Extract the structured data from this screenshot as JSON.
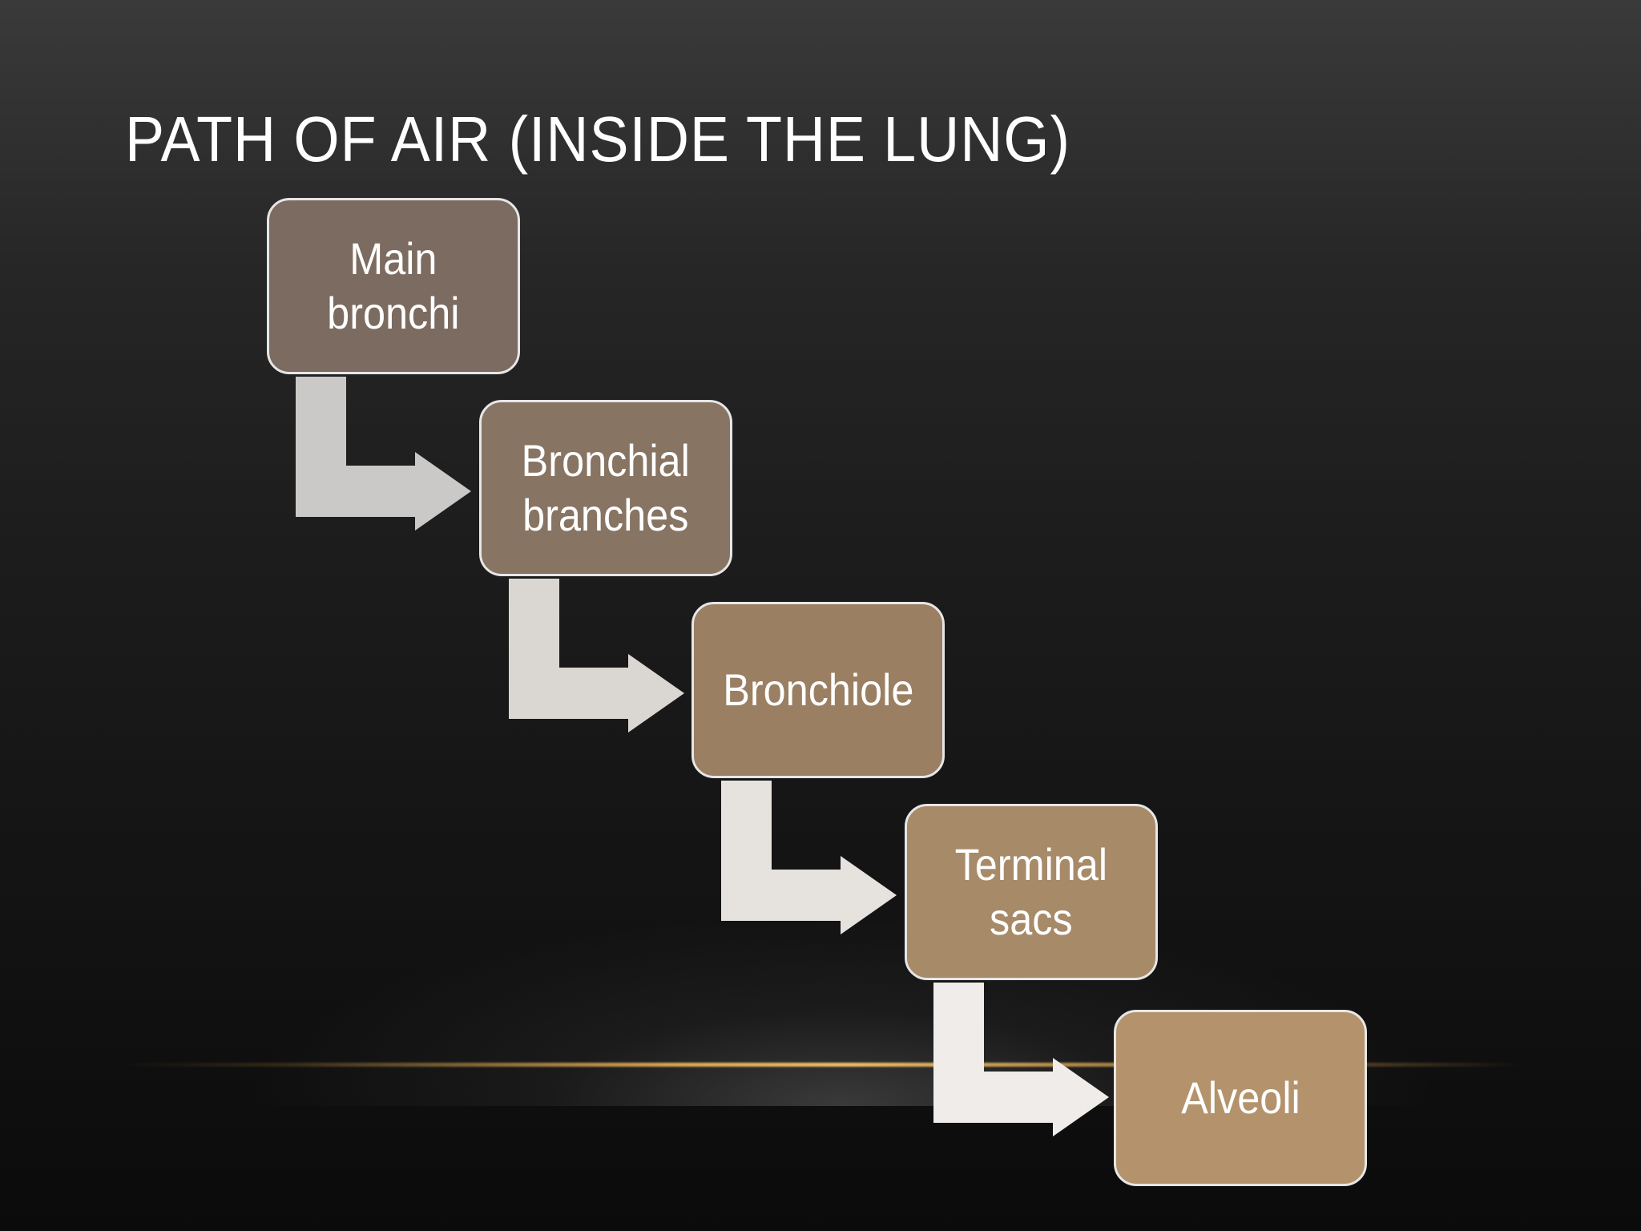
{
  "title": "PATH OF AIR (INSIDE THE LUNG)",
  "steps": [
    {
      "label": "Main\nbronchi",
      "color": "#7c6b60"
    },
    {
      "label": "Bronchial\nbranches",
      "color": "#887463"
    },
    {
      "label": "Bronchiole",
      "color": "#9a7f63"
    },
    {
      "label": "Terminal\nsacs",
      "color": "#a78a68"
    },
    {
      "label": "Alveoli",
      "color": "#b4936c"
    }
  ],
  "arrow_colors": [
    "#cbc9c7",
    "#dad7d3",
    "#e6e3df",
    "#f0ece9"
  ]
}
